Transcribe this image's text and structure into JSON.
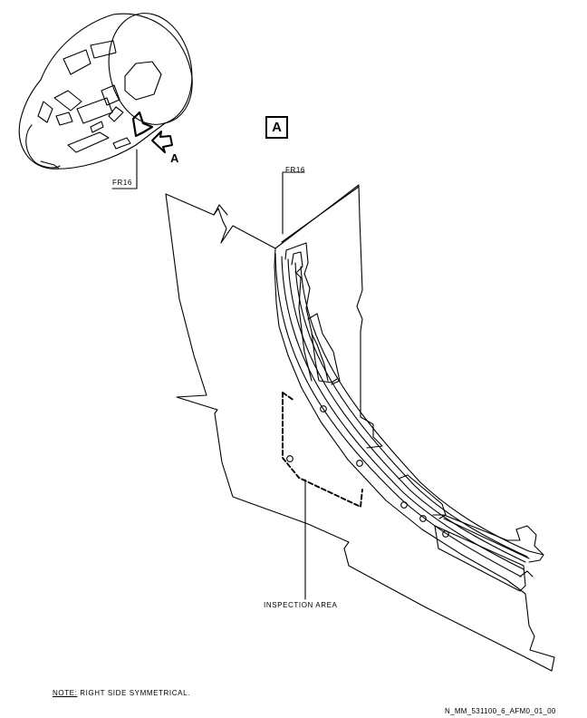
{
  "labels": {
    "view_letter": "A",
    "arrow_letter": "A",
    "frame_top": "FR16",
    "frame_detail": "FR16",
    "inspection_area": "INSPECTION AREA"
  },
  "note": {
    "prefix": "NOTE:",
    "text": " RIGHT SIDE SYMMETRICAL."
  },
  "reference": "N_MM_531100_6_AFM0_01_00"
}
